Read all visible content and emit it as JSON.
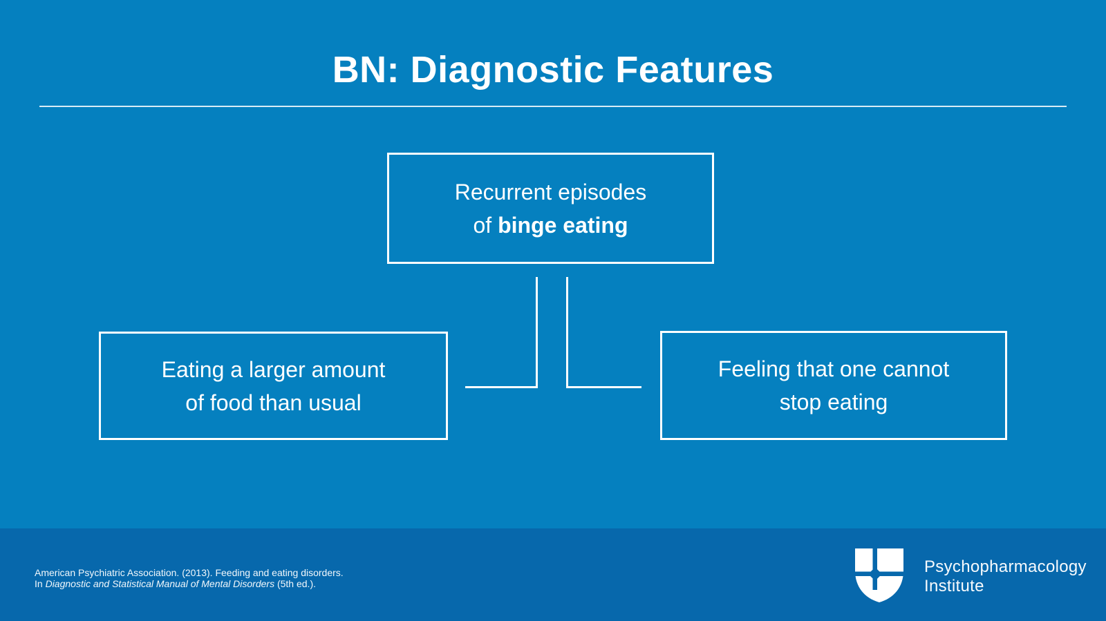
{
  "title": "BN: Diagnostic Features",
  "colors": {
    "background": "#0580BF",
    "footer_background": "#0768AC",
    "box_border": "#FFFFFF",
    "text": "#FFFFFF",
    "divider": "#E9F5FB"
  },
  "diagram": {
    "center_box": {
      "line1": "Recurrent episodes",
      "line2_prefix": "of ",
      "line2_bold": "binge eating"
    },
    "left_box": {
      "line1": "Eating a larger amount",
      "line2": "of food than usual"
    },
    "right_box": {
      "line1": "Feeling that one cannot",
      "line2": "stop eating"
    }
  },
  "footer": {
    "citation": {
      "line1": "American Psychiatric Association. (2013). Feeding and eating disorders.",
      "line2_prefix": "In ",
      "line2_italic": "Diagnostic and Statistical Manual of Mental Disorders",
      "line2_suffix": " (5th ed.)."
    },
    "logo": {
      "icon": "shield-cross-icon",
      "name_line1": "Psychopharmacology",
      "name_line2": "Institute"
    }
  }
}
